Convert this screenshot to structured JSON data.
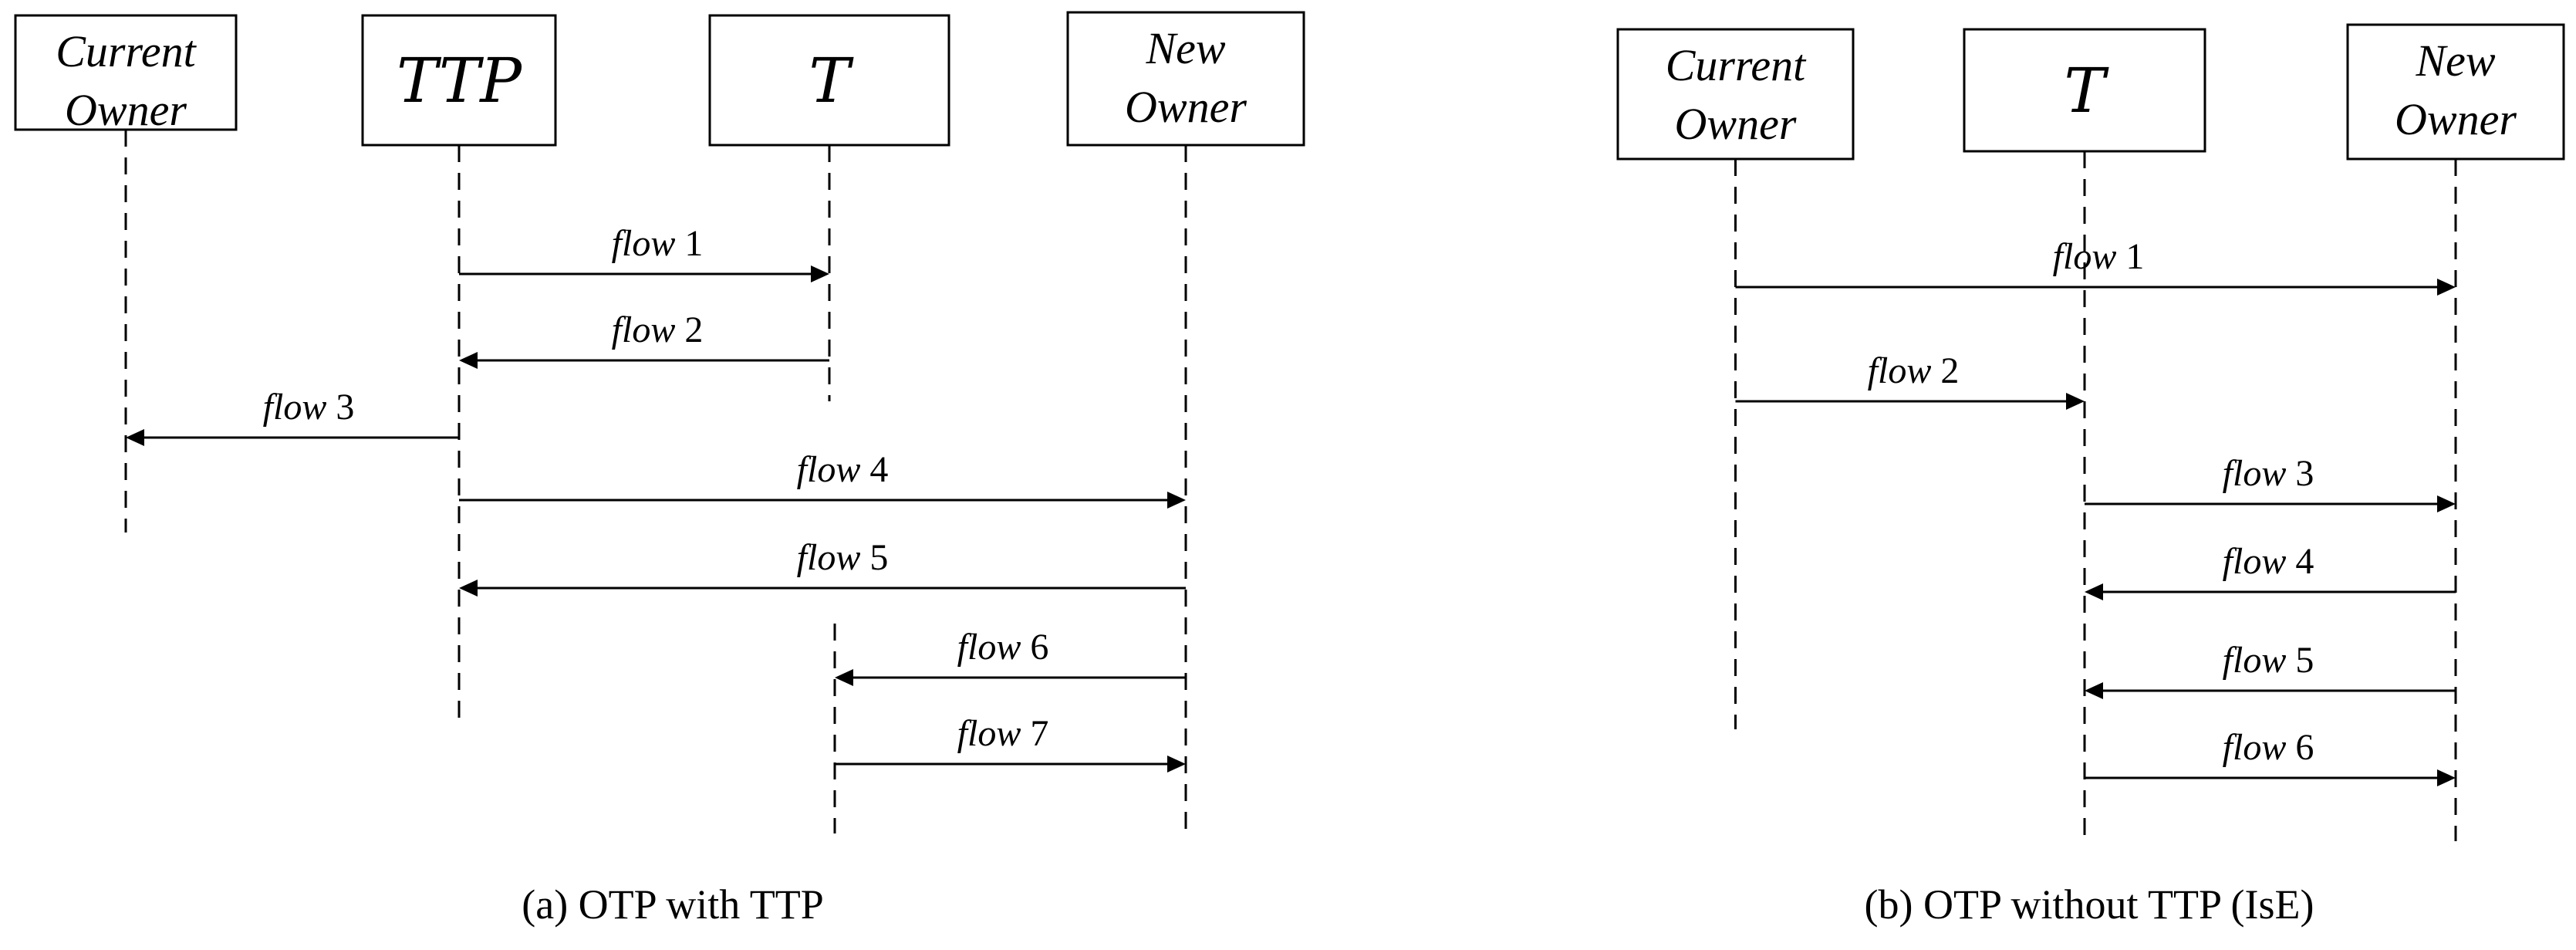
{
  "diagrams": [
    {
      "caption": "(a) OTP with TTP",
      "actors": [
        {
          "id": "current-owner",
          "lines": [
            "Current",
            "Owner"
          ],
          "script": false
        },
        {
          "id": "ttp",
          "lines": [
            "TTP"
          ],
          "script": true
        },
        {
          "id": "t",
          "lines": [
            "T"
          ],
          "script": true
        },
        {
          "id": "new-owner",
          "lines": [
            "New",
            "Owner"
          ],
          "script": false
        }
      ],
      "flows": [
        {
          "word": "flow",
          "num": "1",
          "from": "ttp",
          "to": "t"
        },
        {
          "word": "flow",
          "num": "2",
          "from": "t",
          "to": "ttp"
        },
        {
          "word": "flow",
          "num": "3",
          "from": "ttp",
          "to": "current-owner"
        },
        {
          "word": "flow",
          "num": "4",
          "from": "ttp",
          "to": "new-owner"
        },
        {
          "word": "flow",
          "num": "5",
          "from": "new-owner",
          "to": "ttp"
        },
        {
          "word": "flow",
          "num": "6",
          "from": "new-owner",
          "to": "t"
        },
        {
          "word": "flow",
          "num": "7",
          "from": "t",
          "to": "new-owner"
        }
      ]
    },
    {
      "caption": "(b) OTP without TTP (IsE)",
      "actors": [
        {
          "id": "current-owner",
          "lines": [
            "Current",
            "Owner"
          ],
          "script": false
        },
        {
          "id": "t",
          "lines": [
            "T"
          ],
          "script": true
        },
        {
          "id": "new-owner",
          "lines": [
            "New",
            "Owner"
          ],
          "script": false
        }
      ],
      "flows": [
        {
          "word": "flow",
          "num": "1",
          "from": "current-owner",
          "to": "new-owner"
        },
        {
          "word": "flow",
          "num": "2",
          "from": "current-owner",
          "to": "t"
        },
        {
          "word": "flow",
          "num": "3",
          "from": "t",
          "to": "new-owner"
        },
        {
          "word": "flow",
          "num": "4",
          "from": "new-owner",
          "to": "t"
        },
        {
          "word": "flow",
          "num": "5",
          "from": "new-owner",
          "to": "t"
        },
        {
          "word": "flow",
          "num": "6",
          "from": "t",
          "to": "new-owner"
        }
      ]
    }
  ]
}
